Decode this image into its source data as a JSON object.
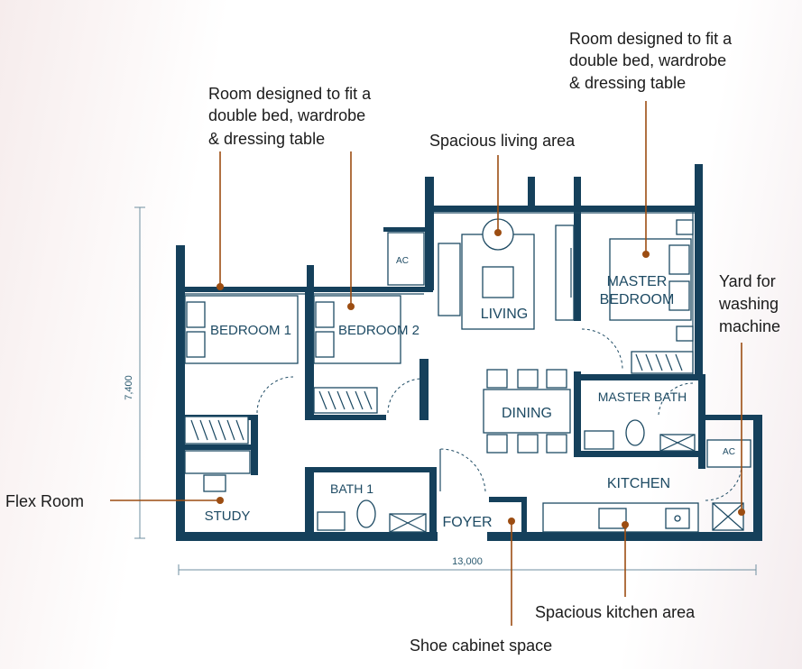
{
  "callouts": {
    "bedroom_note_line1": "Room designed to fit a",
    "bedroom_note_line2": "double bed, wardrobe",
    "bedroom_note_line3": "& dressing table",
    "master_note_line1": "Room designed to fit a",
    "master_note_line2": "double bed, wardrobe",
    "master_note_line3": "& dressing table",
    "living_note": "Spacious living area",
    "yard_note_line1": "Yard for",
    "yard_note_line2": "washing",
    "yard_note_line3": "machine",
    "flex_note": "Flex Room",
    "kitchen_note": "Spacious kitchen area",
    "shoe_note": "Shoe cabinet space"
  },
  "rooms": {
    "bedroom1": "BEDROOM 1",
    "bedroom2": "BEDROOM 2",
    "living": "LIVING",
    "master_line1": "MASTER",
    "master_line2": "BEDROOM",
    "master_bath": "MASTER BATH",
    "dining": "DINING",
    "kitchen": "KITCHEN",
    "bath1": "BATH 1",
    "foyer": "FOYER",
    "study": "STUDY",
    "ac1": "AC",
    "ac2": "AC"
  },
  "dimensions": {
    "width": "13,000",
    "height": "7,400"
  },
  "colors": {
    "wall": "#15405b",
    "leader": "#9c4d12",
    "text": "#1d4a63"
  }
}
